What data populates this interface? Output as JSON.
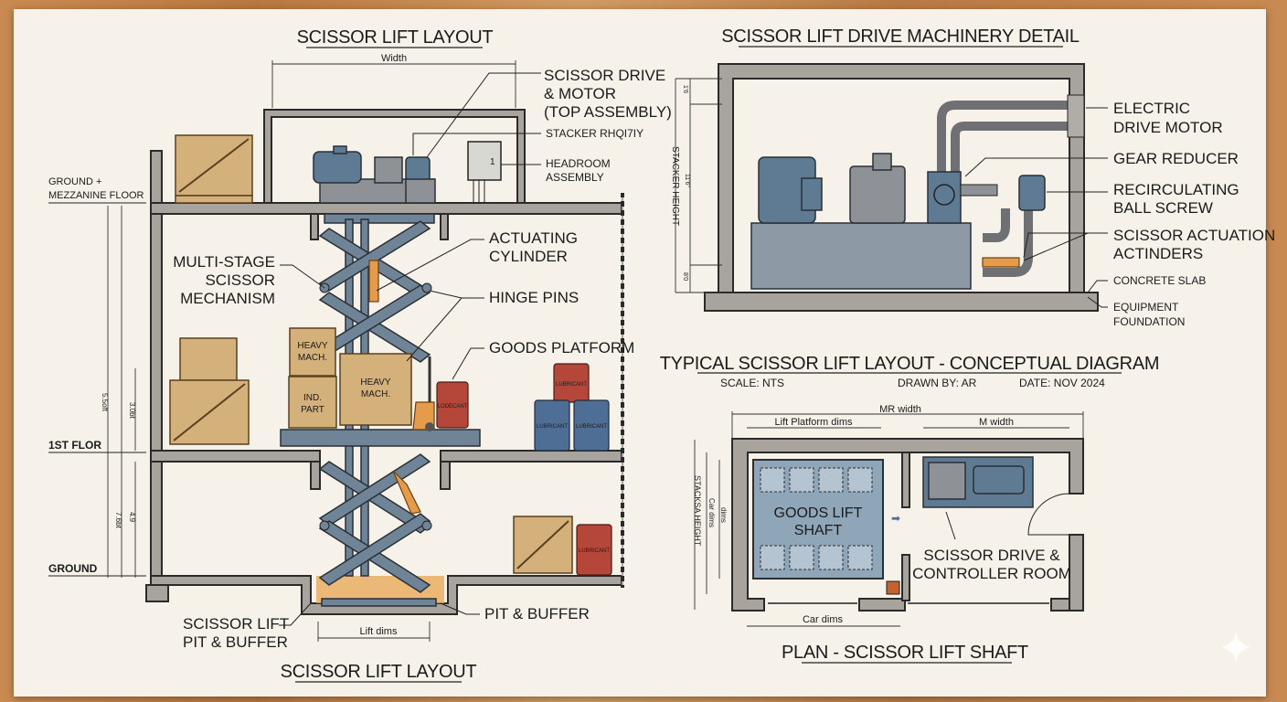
{
  "left_panel": {
    "title": "SCISSOR LIFT LAYOUT",
    "bottom_title": "SCISSOR LIFT LAYOUT",
    "dims": {
      "width": "Width",
      "lift_dims": "Lift dims"
    },
    "levels": {
      "mezzanine_line1": "GROUND +",
      "mezzanine_line2": "MEZZANINE FLOOR",
      "first_floor": "1ST FLOR",
      "ground": "GROUND"
    },
    "vertical_dims": [
      "5.5oft",
      "3.0bt",
      "7.6bt",
      "4.9"
    ],
    "callouts": {
      "drive_motor_1": "SCISSOR DRIVE",
      "drive_motor_2": "& MOTOR",
      "drive_motor_3": "(TOP ASSEMBLY)",
      "stacker": "STACKER RHQI7IY",
      "headroom_1": "HEADROOM",
      "headroom_2": "ASSEMBLY",
      "mechanism_1": "MULTI-STAGE",
      "mechanism_2": "SCISSOR",
      "mechanism_3": "MECHANISM",
      "cylinder_1": "ACTUATING",
      "cylinder_2": "CYLINDER",
      "hinge_pins": "HINGE PINS",
      "goods_platform": "GOODS PLATFORM",
      "pit_buffer": "PIT & BUFFER",
      "lift_pit_1": "SCISSOR LIFT",
      "lift_pit_2": "PIT & BUFFER"
    },
    "crate_labels": {
      "heavy_mach_1": [
        "HEAVY",
        "MACH."
      ],
      "ind_part": [
        "IND.",
        "PART"
      ],
      "heavy_mach_2": [
        "HEAVY",
        "MACH."
      ]
    },
    "drum_labels": [
      "LODECANT",
      "LUBRICANT",
      "LUBRICANT",
      "LUBRICANT",
      "LUBRICANT"
    ],
    "control_box_mark": "1"
  },
  "drive_panel": {
    "title": "SCISSOR LIFT DRIVE MACHINERY DETAIL",
    "vertical_dims": {
      "overall": "STACKER HEIGHT",
      "top": "1'6",
      "mid": "11'6\"",
      "bottom": "8'0"
    },
    "callouts": {
      "motor_1": "ELECTRIC",
      "motor_2": "DRIVE MOTOR",
      "gear": "GEAR REDUCER",
      "ball_screw_1": "RECIRCULATING",
      "ball_screw_2": "BALL SCREW",
      "actuation_1": "SCISSOR ACTUATION",
      "actuation_2": "ACTINDERS",
      "slab": "CONCRETE SLAB",
      "foundation_1": "EQUIPMENT",
      "foundation_2": "FOUNDATION"
    }
  },
  "title_block": {
    "title": "TYPICAL SCISSOR LIFT LAYOUT - CONCEPTUAL DIAGRAM",
    "scale": "SCALE: NTS",
    "drawn_by": "DRAWN BY: AR",
    "date": "DATE: NOV 2024"
  },
  "plan_panel": {
    "title": "PLAN - SCISSOR LIFT SHAFT",
    "dims": {
      "mr_width": "MR width",
      "platform": "Lift Platform dims",
      "m_width": "M width",
      "car": "Car dims",
      "v_overall": "STACKSA HEIGHT",
      "v_car": "Car dims",
      "v_inner": "dims"
    },
    "shaft_label_1": "GOODS LIFT",
    "shaft_label_2": "SHAFT",
    "room_label_1": "SCISSOR DRIVE &",
    "room_label_2": "CONTROLLER ROOM"
  }
}
